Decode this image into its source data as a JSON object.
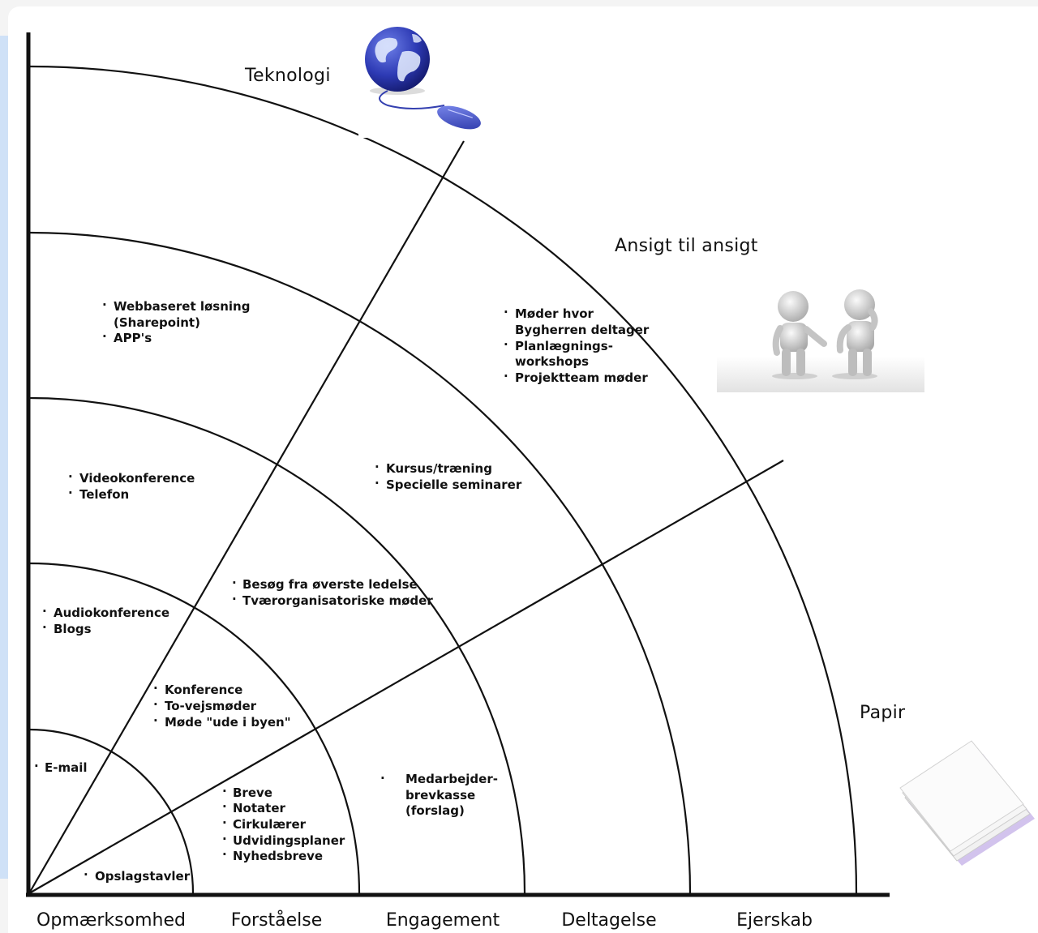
{
  "channels": {
    "teknologi": "Teknologi",
    "ansigt": "Ansigt til ansigt",
    "papir": "Papir"
  },
  "icons": {
    "teknologi": "globe-mouse-icon",
    "ansigt": "two-people-talking-icon",
    "papir": "paper-stack-icon"
  },
  "categories": [
    "Opmærksomhed",
    "Forståelse",
    "Engagement",
    "Deltagelse",
    "Ejerskab"
  ],
  "groups": {
    "email": [
      "E-mail"
    ],
    "opslagstavler": [
      "Opslagstavler"
    ],
    "audio": [
      "Audiokonference",
      "Blogs"
    ],
    "konference": [
      "Konference",
      "To-vejsmøder",
      "Møde \"ude i byen\""
    ],
    "breve": [
      "Breve",
      "Notater",
      "Cirkulærer",
      "Udvidingsplaner",
      "Nyhedsbreve"
    ],
    "video": [
      "Videokonference",
      "Telefon"
    ],
    "besoeg": [
      "Besøg fra øverste ledelse",
      "Tværorganisatoriske møder"
    ],
    "medarbejder": [
      "Medarbejder-",
      "brevkasse",
      "(forslag)"
    ],
    "web": [
      "Webbaseret løsning",
      "(Sharepoint)",
      "APP's"
    ],
    "kursus": [
      "Kursus/træning",
      "Specielle seminarer"
    ],
    "moeder": [
      "Møder hvor",
      "Bygherren deltager",
      "Planlægnings-",
      "workshops",
      "Projektteam møder"
    ]
  }
}
